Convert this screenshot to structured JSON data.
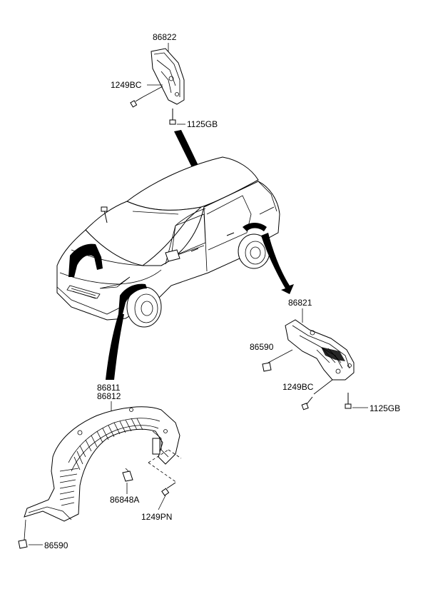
{
  "callouts": {
    "c86822": "86822",
    "c1249bc_top": "1249BC",
    "c1125gb_top": "1125GB",
    "c86821": "86821",
    "c86590_right": "86590",
    "c1249bc_right": "1249BC",
    "c1125gb_right": "1125GB",
    "c86811": "86811",
    "c86812": "86812",
    "c86848a": "86848A",
    "c1249pn": "1249PN",
    "c86590_left": "86590"
  }
}
